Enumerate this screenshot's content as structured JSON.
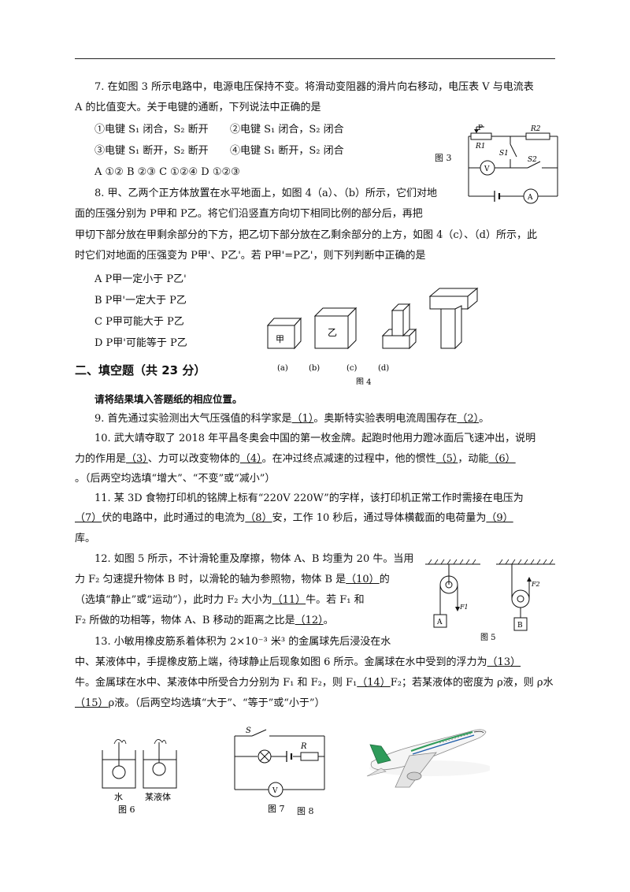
{
  "q7": {
    "l1": "7. 在如图 3 所示电路中，电源电压保持不变。将滑动变阻器的滑片向右移动，电压表 V 与电流表",
    "l2": "A 的比值变大。关于电键的通断，下列说法中正确的是",
    "o1": "①电键 S₁ 闭合，S₂ 断开",
    "o2": "②电键 S₁ 闭合，S₂ 闭合",
    "o3": "③电键 S₁ 断开，S₂ 断开",
    "o4": "④电键 S₁ 断开，S₂ 闭合",
    "choices": "A ①②        B ②③      C ①②④      D ①②③"
  },
  "fig3": {
    "caption": "图 3",
    "p": "P",
    "r1": "R1",
    "r2": "R2",
    "s1": "S1",
    "s2": "S2",
    "v": "V",
    "a": "A"
  },
  "q8": {
    "l1": "8. 甲、乙两个正方体放置在水平地面上，如图 4（a）、（b）所示，它们对地",
    "l2": "面的压强分别为 P甲和 P乙。将它们沿竖直方向切下相同比例的部分后，再把",
    "l3": "甲切下部分放在甲剩余部分的下方，把乙切下部分放在乙剩余部分的上方，如图 4（c）、（d）所示，此",
    "l4": "时它们对地面的压强变为 P甲'、P乙'。若 P甲'=P乙'，则下列判断中正确的是",
    "oA": "A  P甲一定小于 P乙'",
    "oB": "B  P甲'一定大于 P乙",
    "oC": "C  P甲可能大于 P乙",
    "oD": "D  P甲'可能等于 P乙"
  },
  "fig4": {
    "jia": "甲",
    "yi": "乙",
    "a": "(a)",
    "b": "(b)",
    "c": "(c)",
    "d": "(d)",
    "caption": "图 4"
  },
  "section2": {
    "title": "二、填空题（共 23 分）",
    "instruction": "请将结果填入答题纸的相应位置。"
  },
  "q9": {
    "p1": "9. 首先通过实验测出大气压强值的科学家是",
    "b1": "（1）",
    "p2": "。奥斯特实验表明电流周围存在",
    "b2": "（2）",
    "p3": "。"
  },
  "q10": {
    "l1a": "10. 武大靖夺取了 2018 年平昌冬奥会中国的第一枚金牌。起跑时他用力蹬冰面后飞速冲出，说明",
    "l2a": "力的作用是",
    "b3": "（3）",
    "l2b": "、力可以改变物体的",
    "b4": "（4）",
    "l2c": "。在冲过终点减速的过程中，他的惯性",
    "b5": "（5）",
    "l2d": "，动能",
    "b6": "（6）",
    "l3": "。（后两空均选填“增大”、“不变”或“减小”）"
  },
  "q11": {
    "l1": "11. 某 3D 食物打印机的铭牌上标有“220V 220W”的字样，该打印机正常工作时需接在电压为",
    "b7": "（7）",
    "l2a": "伏的电路中，此时通过的电流为",
    "b8": "（8）",
    "l2b": "安，工作 10 秒后，通过导体横截面的电荷量为",
    "b9": "（9）",
    "l3": "库。"
  },
  "q12": {
    "l1": "12. 如图 5 所示，不计滑轮重及摩擦，物体 A、B 均重为 20 牛。当用",
    "l2a": "力 F₂ 匀速提升物体 B 时，以滑轮的轴为参照物，物体 B 是",
    "b10": "（10）",
    "l2b": "的",
    "l3a": "（选填“静止”或“运动”），此时力 F₂ 大小为",
    "b11": "（11）",
    "l3b": "牛。若 F₁ 和",
    "l4a": "F₂ 所做的功相等，物体 A、B 移动的距离之比是",
    "b12": "（12）",
    "l4b": "。"
  },
  "fig5": {
    "caption": "图 5",
    "a": "A",
    "b": "B",
    "f1": "F1",
    "f2": "F2"
  },
  "q13": {
    "l1": "13. 小敏用橡皮筋系着体积为 2×10⁻³ 米³ 的金属球先后浸没在水",
    "l2a": "中、某液体中，手提橡皮筋上端，待球静止后现象如图 6 所示。金属球在水中受到的浮力为",
    "b13": "（13）",
    "l3a": "牛。金属球在水中、某液体中所受合力分别为 F₁ 和 F₂，则 F₁",
    "b14": "（14）",
    "l3b": "F₂；若某液体的密度为 ρ液，则 ρ水",
    "b15": "（15）",
    "l4b": "ρ液。（后两空均选填“大于”、“等于”或“小于”）"
  },
  "fig6": {
    "water": "水",
    "liquid": "某液体",
    "caption": "图 6"
  },
  "fig7": {
    "caption": "图 7",
    "s": "S",
    "r": "R",
    "v": "V"
  },
  "fig8": {
    "caption": "图 8"
  }
}
